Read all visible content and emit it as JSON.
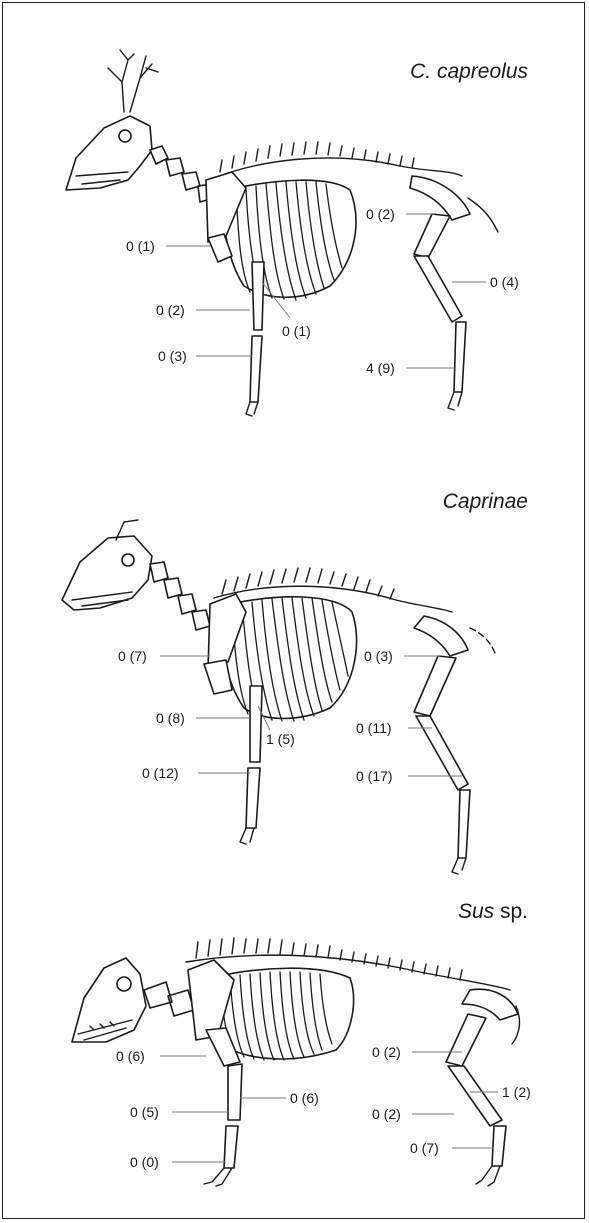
{
  "panels": [
    {
      "title_italic": "C. capreolus",
      "title_plain": "",
      "labels": [
        "0 (1)",
        "0 (2)",
        "0 (1)",
        "0 (3)",
        "0 (2)",
        "0 (4)",
        "4 (9)"
      ]
    },
    {
      "title_italic": "Caprinae",
      "title_plain": "",
      "labels": [
        "0 (7)",
        "0 (8)",
        "1 (5)",
        "0 (12)",
        "0 (3)",
        "0 (11)",
        "0 (17)"
      ]
    },
    {
      "title_italic": "Sus",
      "title_plain": " sp.",
      "labels": [
        "0 (6)",
        "0 (5)",
        "0 (6)",
        "0 (0)",
        "0 (2)",
        "1 (2)",
        "0 (2)",
        "0 (7)"
      ]
    }
  ]
}
